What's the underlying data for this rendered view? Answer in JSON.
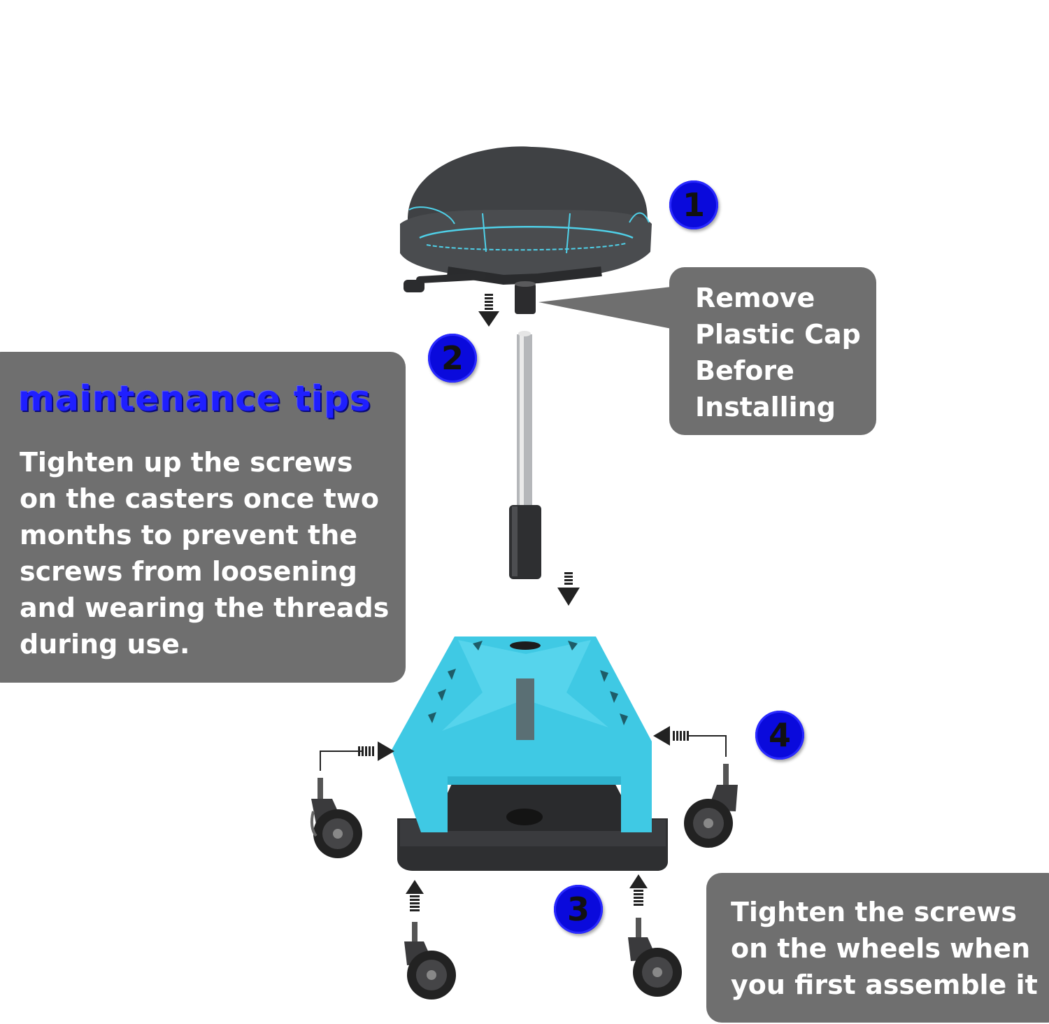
{
  "tips": {
    "title": "maintenance tips",
    "body": "Tighten up the screws on the casters once two months to prevent the screws from loosening and wearing the threads during use."
  },
  "cap_callout": {
    "text": "Remove Plastic Cap Before Installing"
  },
  "wheels_callout": {
    "text": "Tighten the screws on the wheels when you first assemble it"
  },
  "steps": [
    "1",
    "2",
    "3",
    "4"
  ],
  "colors": {
    "panel": "#6f6f6f",
    "badge": "#0a0adc",
    "base": "#3fc9e4",
    "title": "#1f1fff"
  }
}
